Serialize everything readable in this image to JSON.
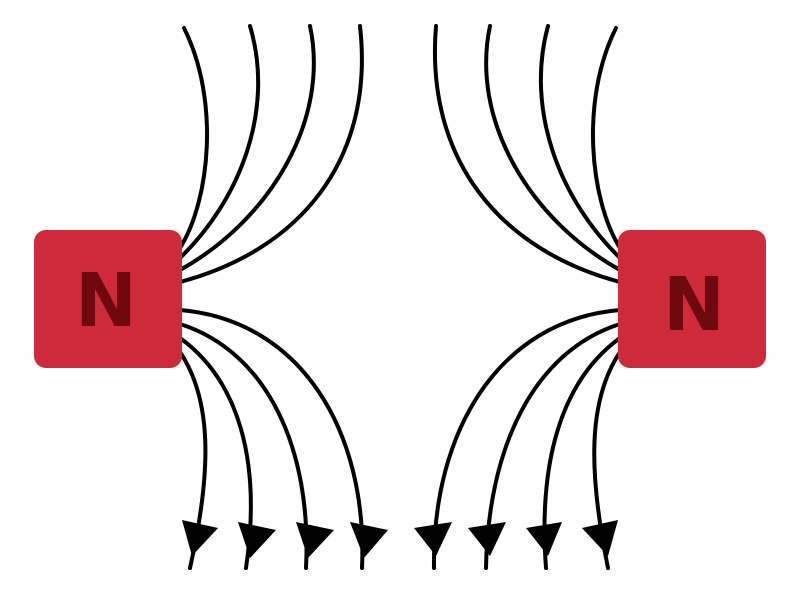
{
  "colors": {
    "magnet": "#cf2a3a",
    "pole_letter": "#6e0a0f",
    "field_line": "#000000",
    "arrowhead": "#000000",
    "background": "#ffffff"
  },
  "magnets": [
    {
      "id": "left",
      "pole": "N"
    },
    {
      "id": "right",
      "pole": "N"
    }
  ],
  "field_lines": {
    "direction": "away-from-north-poles",
    "left_magnet_upper_count": 4,
    "left_magnet_lower_count": 4,
    "right_magnet_upper_count": 4,
    "right_magnet_lower_count": 4,
    "arrowheads_bottom_count": 8
  }
}
